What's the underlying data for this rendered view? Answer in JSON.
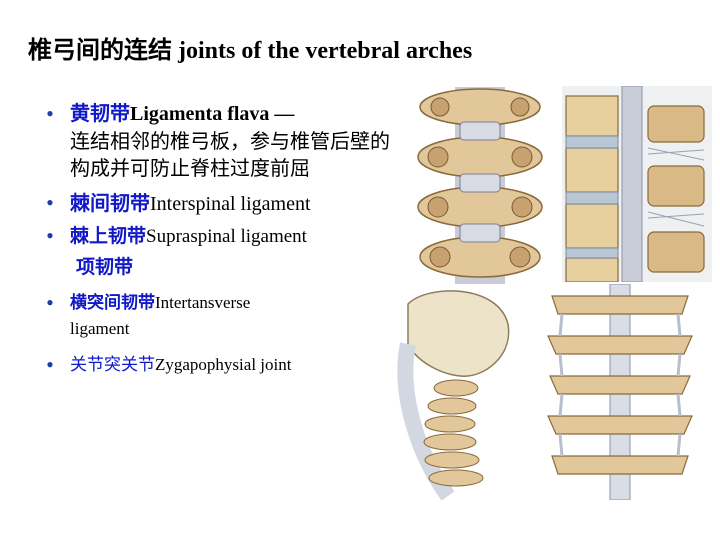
{
  "title": {
    "zh": "椎弓间的连结",
    "en": " joints of the vertebral arches"
  },
  "bullets": [
    {
      "zh": "黄韧带",
      "en": "Ligamenta flava —",
      "desc": "连结相邻的椎弓板，参与椎管后壁的构成并可防止脊柱过度前屈"
    },
    {
      "zh": "棘间韧带",
      "en": "Interspinal ligament"
    },
    {
      "zh": "棘上韧带",
      "en": "Supraspinal ligament",
      "sub": "项韧带"
    },
    {
      "zh": "横突间韧带",
      "en": "Intertansverse",
      "cont": "ligament"
    },
    {
      "zh": "关节突关节",
      "en": "Zygapophysial joint"
    }
  ],
  "bullet_char": "•",
  "colors": {
    "accent": "#1018c8",
    "bone": "#e2c79a",
    "ligament": "#d8dde6"
  }
}
